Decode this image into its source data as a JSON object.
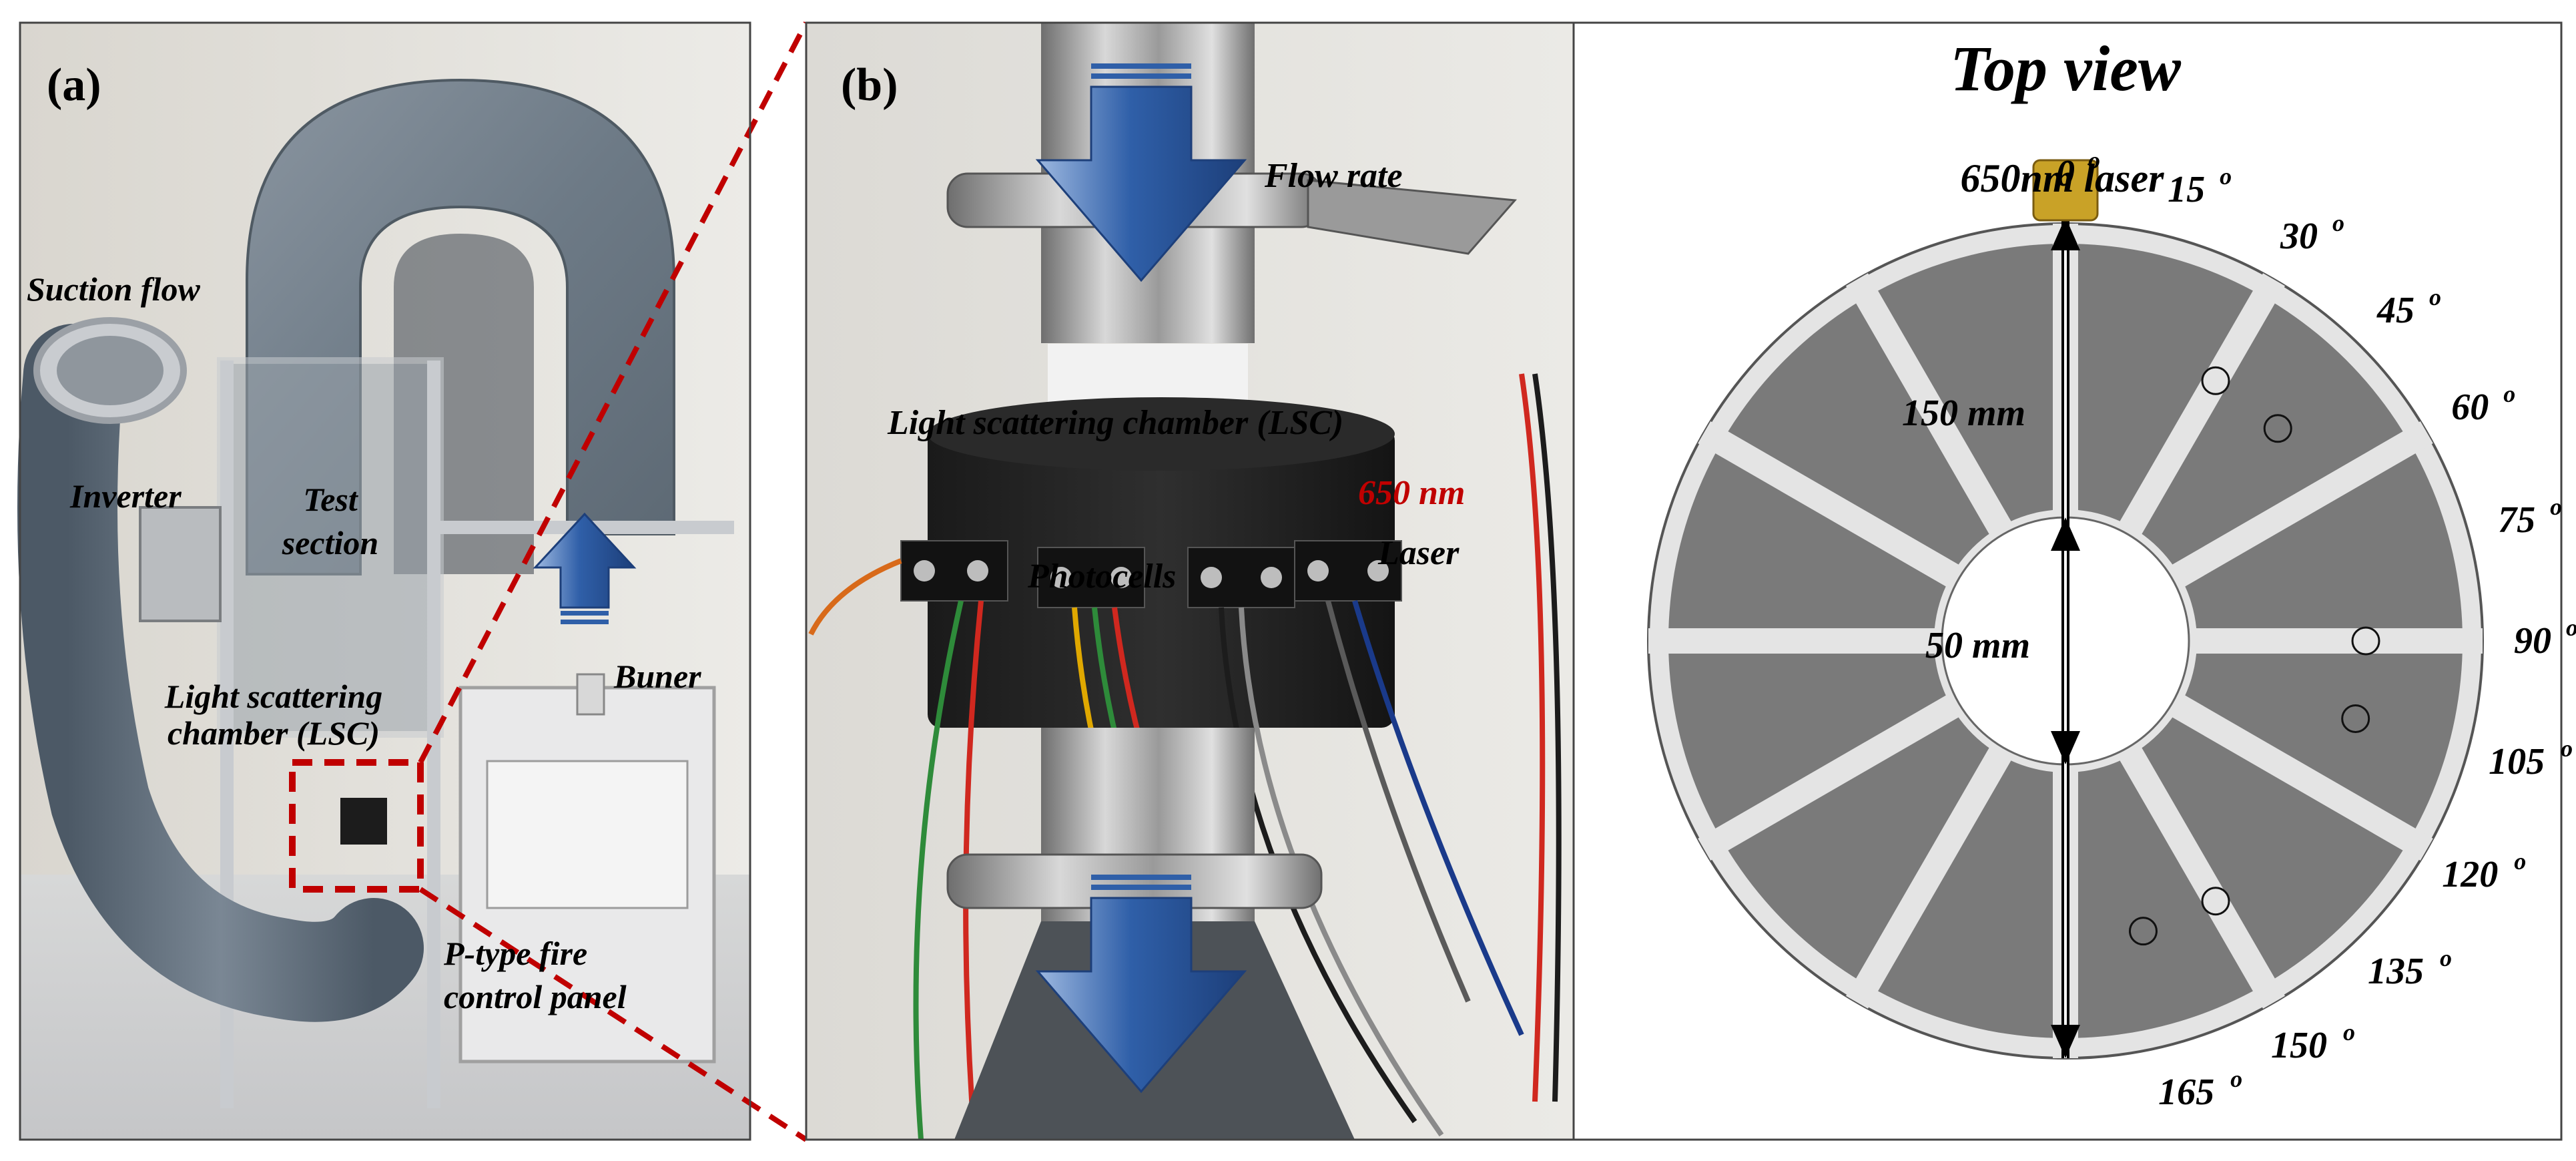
{
  "panel_a": {
    "label": "(a)",
    "labels": {
      "suction_flow": "Suction flow",
      "inverter": "Inverter",
      "test_section_line1": "Test",
      "test_section_line2": "section",
      "lsc_line1": "Light scattering",
      "lsc_line2": "chamber (LSC)",
      "burner": "Buner",
      "panel_line1": "P-type fire",
      "panel_line2": "control panel"
    }
  },
  "panel_b": {
    "label": "(b)",
    "labels": {
      "flow_rate": "Flow rate",
      "lsc": "Light scattering chamber (LSC)",
      "wavelength": "650 nm",
      "laser": "Laser",
      "photocells": "Photocells"
    }
  },
  "panel_c": {
    "title": "Top view",
    "laser_label": "650nm laser",
    "outer_dim": "150 mm",
    "inner_dim": "50 mm",
    "degree_symbol": "o",
    "angles": [
      "0",
      "15",
      "30",
      "45",
      "60",
      "75",
      "90",
      "105",
      "120",
      "135",
      "150",
      "165"
    ],
    "photocell_angles": [
      30,
      45,
      90,
      105,
      150,
      165
    ]
  },
  "colors": {
    "arrow_blue": "#2f5fa8",
    "callout_red": "#c00000",
    "plate_gray": "#7a7a7a",
    "ring_light": "#e4e4e4",
    "laser_gold": "#c9a227"
  }
}
